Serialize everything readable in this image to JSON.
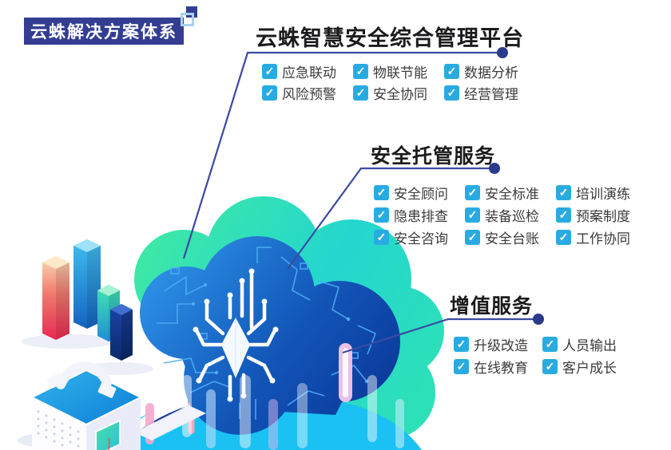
{
  "badge": {
    "label": "云蛛解决方案体系"
  },
  "sections": {
    "platform": {
      "title": "云蛛智慧安全综合管理平台",
      "items": [
        "应急联动",
        "物联节能",
        "数据分析",
        "风险预警",
        "安全协同",
        "经营管理"
      ]
    },
    "hosting": {
      "title": "安全托管服务",
      "items": [
        "安全顾问",
        "安全标准",
        "培训演练",
        "隐患排查",
        "装备巡检",
        "预案制度",
        "安全咨询",
        "安全台账",
        "工作协同"
      ]
    },
    "value_added": {
      "title": "增值服务",
      "items": [
        "升级改造",
        "人员输出",
        "在线教育",
        "客户成长"
      ]
    }
  },
  "illustration": {
    "icons": [
      "cloud-icon",
      "circuit-spider-icon",
      "bar-chart-icon",
      "smart-building-icon"
    ]
  },
  "colors": {
    "badge_bg": "#333e92",
    "checkbox_blue": "#29abe2",
    "connector_line": "#3b4aa2",
    "connector_dot": "#2c3a8e",
    "cloud_front_start": "#2f97ea",
    "cloud_front_end": "#0a3596",
    "cloud_back_start": "#3de8a6",
    "cloud_back_end": "#22cdea"
  }
}
